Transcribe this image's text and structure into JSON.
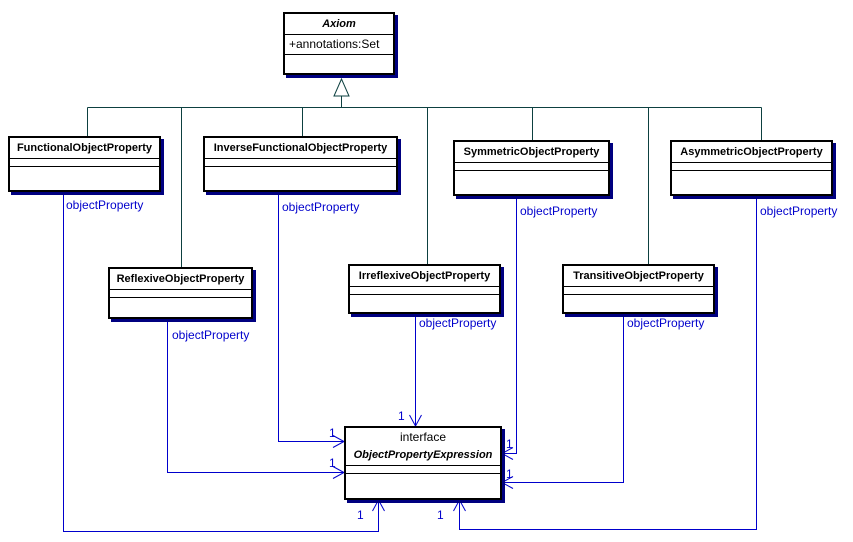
{
  "diagram": {
    "axiom": {
      "name": "Axiom",
      "attribute": "+annotations:Set"
    },
    "interface_box": {
      "stereotype": "interface",
      "name": "ObjectPropertyExpression"
    },
    "classes": {
      "functional": {
        "name": "FunctionalObjectProperty"
      },
      "inverse_functional": {
        "name": "InverseFunctionalObjectProperty"
      },
      "symmetric": {
        "name": "SymmetricObjectProperty"
      },
      "asymmetric": {
        "name": "AsymmetricObjectProperty"
      },
      "reflexive": {
        "name": "ReflexiveObjectProperty"
      },
      "irreflexive": {
        "name": "IrreflexiveObjectProperty"
      },
      "transitive": {
        "name": "TransitiveObjectProperty"
      }
    },
    "associations": {
      "functional": {
        "label": "objectProperty",
        "multiplicity": "1"
      },
      "inverse_functional": {
        "label": "objectProperty",
        "multiplicity": "1"
      },
      "symmetric": {
        "label": "objectProperty",
        "multiplicity": "1"
      },
      "asymmetric": {
        "label": "objectProperty",
        "multiplicity": "1"
      },
      "reflexive": {
        "label": "objectProperty",
        "multiplicity": "1"
      },
      "irreflexive": {
        "label": "objectProperty",
        "multiplicity": "1"
      },
      "transitive": {
        "label": "objectProperty",
        "multiplicity": "1"
      }
    },
    "colors": {
      "association": "#0000cc",
      "generalization": "#0d4040",
      "shadow": "#000080",
      "border": "#000000",
      "background": "#ffffff"
    }
  }
}
